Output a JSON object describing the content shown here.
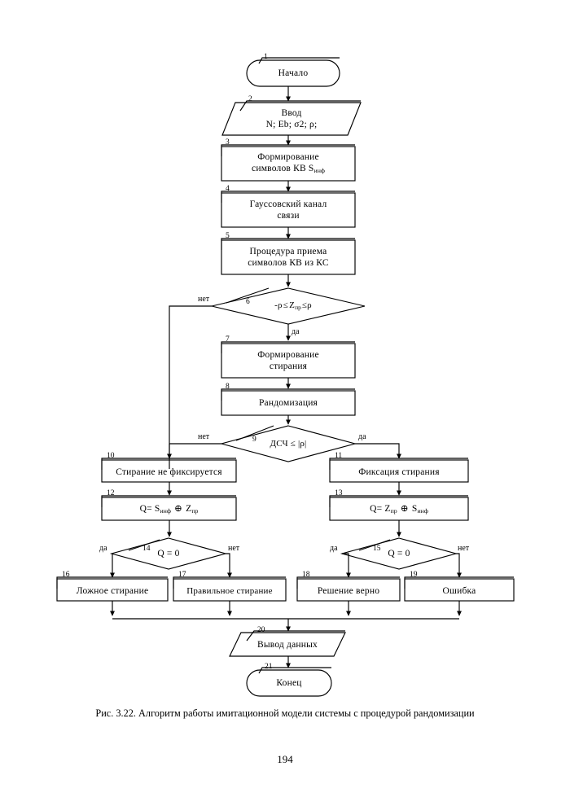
{
  "document": {
    "caption": "Рис. 3.22. Алгоритм работы имитационной модели системы с процедурой рандомизации",
    "page_number": "194",
    "line_color": "#000000",
    "background_color": "#ffffff"
  },
  "flowchart": {
    "nodes": [
      {
        "id": "1",
        "shape": "terminator",
        "line1": "Начало",
        "line2": ""
      },
      {
        "id": "2",
        "shape": "parallelogram",
        "line1": "Ввод",
        "line2": "N; Eb; σ2; ρ;"
      },
      {
        "id": "3",
        "shape": "process",
        "line1": "Формирование",
        "line2": "символов КВ Sинф"
      },
      {
        "id": "4",
        "shape": "process",
        "line1": "Гауссовский канал",
        "line2": "связи"
      },
      {
        "id": "5",
        "shape": "process",
        "line1": "Процедура приема",
        "line2": "символов КВ из КС"
      },
      {
        "id": "6",
        "shape": "decision",
        "line1": "-ρ ≤ Zпр ≤ ρ",
        "line2": ""
      },
      {
        "id": "7",
        "shape": "process",
        "line1": "Формирование",
        "line2": "стирания"
      },
      {
        "id": "8",
        "shape": "process",
        "line1": "Рандомизация",
        "line2": ""
      },
      {
        "id": "9",
        "shape": "decision",
        "line1": "ДСЧ ≤ |ρ|",
        "line2": ""
      },
      {
        "id": "10",
        "shape": "process",
        "line1": "Стирание не фиксируется",
        "line2": ""
      },
      {
        "id": "11",
        "shape": "process",
        "line1": "Фиксация стирания",
        "line2": ""
      },
      {
        "id": "12",
        "shape": "process",
        "line1": "Q= Sинф ⊕ Zпр",
        "line2": ""
      },
      {
        "id": "13",
        "shape": "process",
        "line1": "Q= Zпр ⊕ Sинф",
        "line2": ""
      },
      {
        "id": "14",
        "shape": "decision",
        "line1": "Q = 0",
        "line2": ""
      },
      {
        "id": "15",
        "shape": "decision",
        "line1": "Q = 0",
        "line2": ""
      },
      {
        "id": "16",
        "shape": "process",
        "line1": "Ложное стирание",
        "line2": ""
      },
      {
        "id": "17",
        "shape": "process",
        "line1": "Правильное стирание",
        "line2": ""
      },
      {
        "id": "18",
        "shape": "process",
        "line1": "Решение верно",
        "line2": ""
      },
      {
        "id": "19",
        "shape": "process",
        "line1": "Ошибка",
        "line2": ""
      },
      {
        "id": "20",
        "shape": "parallelogram",
        "line1": "Вывод данных",
        "line2": ""
      },
      {
        "id": "21",
        "shape": "terminator",
        "line1": "Конец",
        "line2": ""
      }
    ],
    "edge_labels": {
      "n6_no": "нет",
      "n6_yes": "да",
      "n9_no": "нет",
      "n9_yes": "да",
      "n14_yes": "да",
      "n14_no": "нет",
      "n15_yes": "да",
      "n15_no": "нет"
    }
  }
}
